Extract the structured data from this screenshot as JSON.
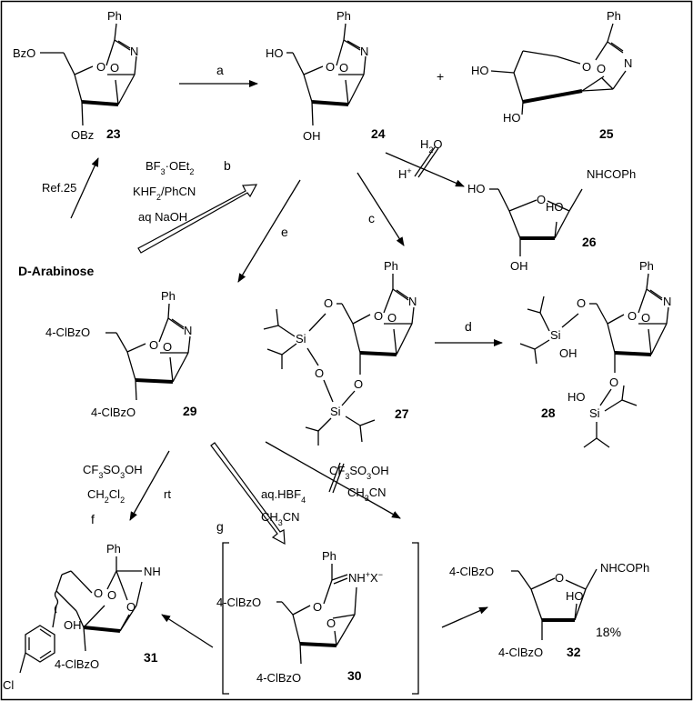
{
  "compounds": {
    "c23": {
      "number": "23",
      "label_bzo": "BzO",
      "label_obz": "OBz",
      "label_ph": "Ph",
      "label_n": "N",
      "label_o1": "O",
      "label_o2": "O"
    },
    "c24": {
      "number": "24",
      "label_ho": "HO",
      "label_oh": "OH",
      "label_ph": "Ph",
      "label_n": "N",
      "label_o1": "O",
      "label_o2": "O"
    },
    "c25": {
      "number": "25",
      "label_ho1": "HO",
      "label_ho2": "HO",
      "label_ph": "Ph",
      "label_n": "N",
      "label_o1": "O",
      "label_o2": "O"
    },
    "c26": {
      "number": "26",
      "label_ho": "HO",
      "label_ho2": "HO",
      "label_oh": "OH",
      "label_nhcoph": "NHCOPh",
      "label_o": "O"
    },
    "c27": {
      "number": "27",
      "label_si1": "Si",
      "label_si2": "Si",
      "label_o1": "O",
      "label_o2": "O",
      "label_o3": "O",
      "label_o4": "O",
      "label_o5": "O",
      "label_ph": "Ph",
      "label_n": "N"
    },
    "c28": {
      "number": "28",
      "label_si1": "Si",
      "label_si2": "Si",
      "label_oh1": "OH",
      "label_ho2": "HO",
      "label_o1": "O",
      "label_o2": "O",
      "label_o3": "O",
      "label_ph": "Ph",
      "label_n": "N"
    },
    "c29": {
      "number": "29",
      "label_top": "4-ClBzO",
      "label_bottom": "4-ClBzO",
      "label_ph": "Ph",
      "label_n": "N",
      "label_o1": "O",
      "label_o2": "O"
    },
    "c30": {
      "number": "30",
      "label_top": "4-ClBzO",
      "label_bottom": "4-ClBzO",
      "label_ph": "Ph",
      "label_nh": "NH",
      "label_plus": "+",
      "label_x": "X",
      "label_minus": "−",
      "label_o1": "O",
      "label_o2": "O"
    },
    "c31": {
      "number": "31",
      "label_ph": "Ph",
      "label_nh": "NH",
      "label_oh": "OH",
      "label_cl": "Cl",
      "label_bottom": "4-ClBzO",
      "label_o1": "O",
      "label_o2": "O",
      "label_o3": "O"
    },
    "c32": {
      "number": "32",
      "label_top": "4-ClBzO",
      "label_bottom": "4-ClBzO",
      "label_ho": "HO",
      "label_nhcoph": "NHCOPh",
      "label_o": "O",
      "label_yield": "18%"
    }
  },
  "start": {
    "name": "D-Arabinose",
    "ref": "Ref.25"
  },
  "plus_sign": "+",
  "steps": {
    "a": "a",
    "b": {
      "label": "b",
      "line1": "BF",
      "line1_sub": "3",
      "line1_rest": "·OEt",
      "line1_sub2": "2",
      "line2": "KHF",
      "line2_sub": "2",
      "line2_rest": "/PhCN",
      "line3": "aq NaOH"
    },
    "c": "c",
    "d": "d",
    "e": "e",
    "hydrolysis": {
      "h2o": "H",
      "h2o_sub": "2",
      "h2o_rest": "O",
      "hplus": "H",
      "hplus_sup": "+"
    },
    "f": {
      "label": "f",
      "line1": "CF",
      "line1_sub": "3",
      "line1_rest": "SO",
      "line1_sub2": "3",
      "line1_rest2": "OH",
      "line2": "CH",
      "line2_sub": "2",
      "line2_rest": "Cl",
      "line2_sub2": "2",
      "rt": "rt"
    },
    "g": {
      "label": "g",
      "line1": "aq.HBF",
      "line1_sub": "4",
      "line2": "CH",
      "line2_sub": "3",
      "line2_rest": "CN"
    },
    "blocked": {
      "line1": "CF",
      "line1_sub": "3",
      "line1_rest": "SO",
      "line1_sub2": "3",
      "line1_rest2": "OH",
      "line2": "CH",
      "line2_sub": "3",
      "line2_rest": "CN"
    }
  }
}
